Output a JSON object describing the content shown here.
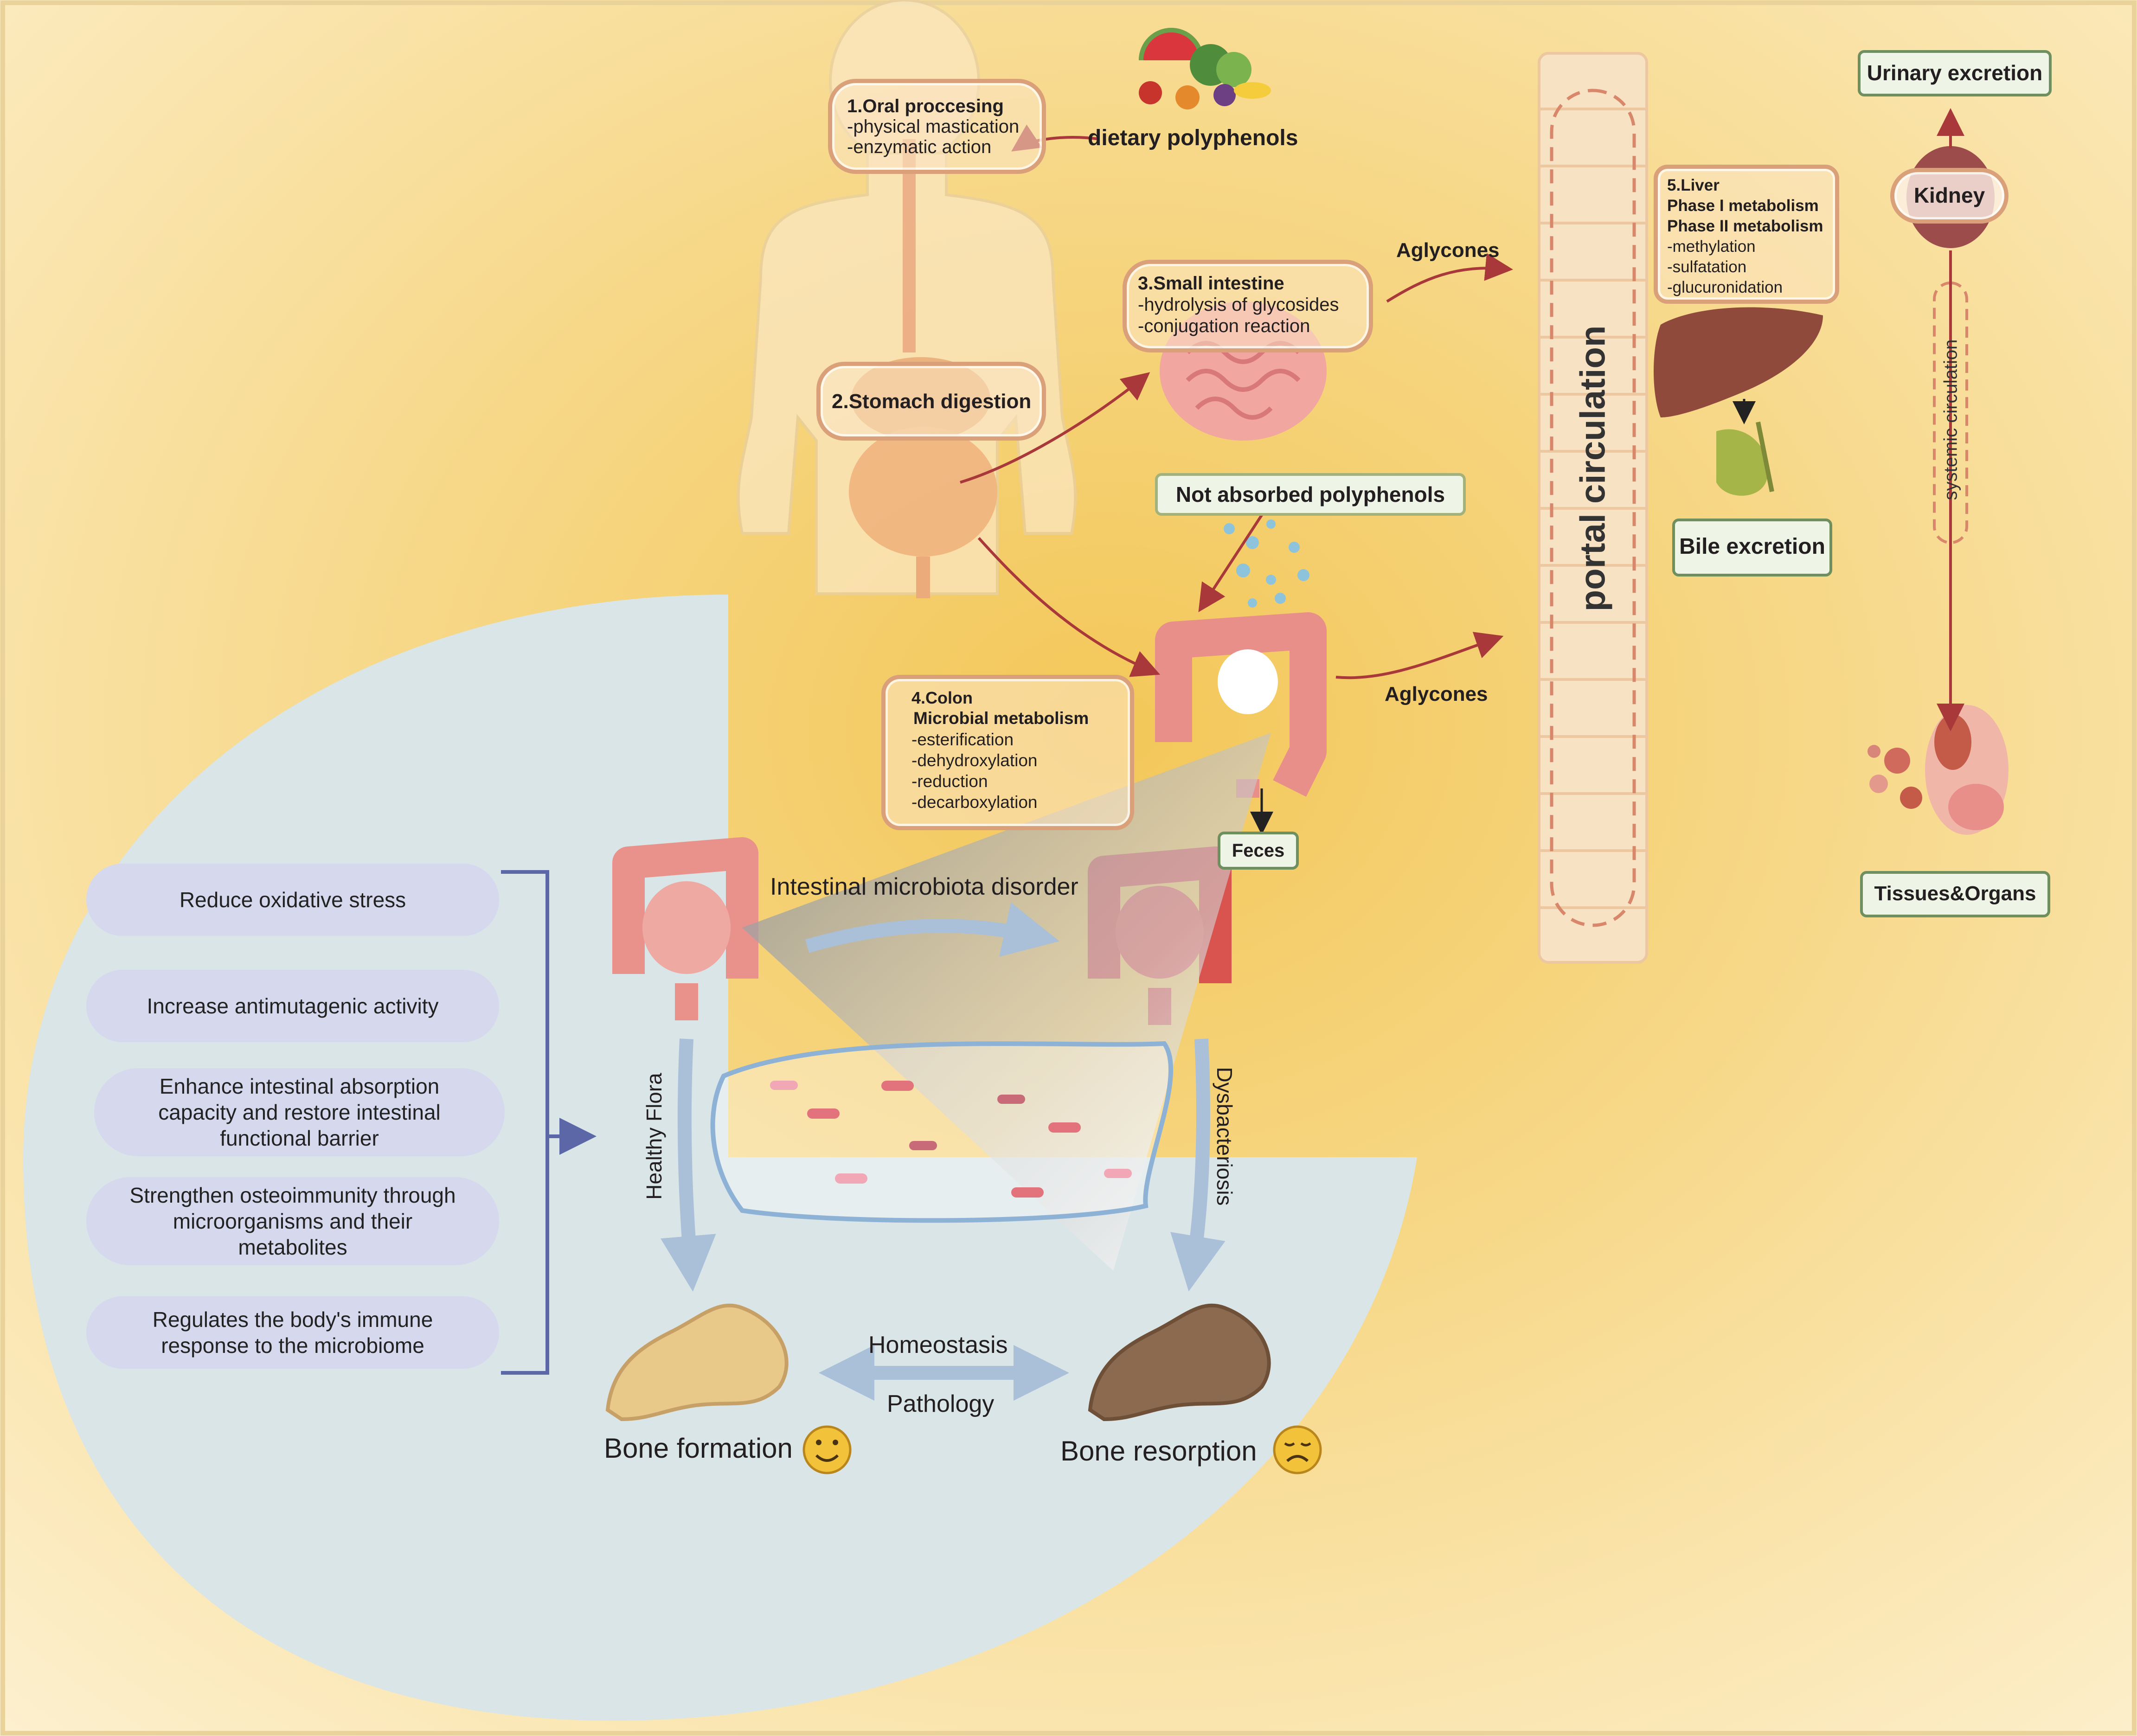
{
  "digestion": {
    "food_source": "dietary polyphenols",
    "oral": {
      "title": "1.Oral proccesing",
      "lines": [
        "-physical mastication",
        "-enzymatic action"
      ]
    },
    "stomach": {
      "title": "2.Stomach digestion"
    },
    "small_intestine": {
      "title": "3.Small intestine",
      "lines": [
        "-hydrolysis of glycosides",
        "-conjugation reaction"
      ]
    },
    "not_absorbed": "Not absorbed polyphenols",
    "colon": {
      "title": "4.Colon",
      "subtitle": "Microbial metabolism",
      "lines": [
        "-esterification",
        "-dehydroxylation",
        "-reduction",
        "-decarboxylation"
      ]
    },
    "feces": "Feces",
    "aglycones_top": "Aglycones",
    "aglycones_bottom": "Aglycones"
  },
  "circulation": {
    "portal": "portal  circulation",
    "systemic": "systemic circulation",
    "liver": {
      "title": "5.Liver",
      "phase1": "Phase I metabolism",
      "phase2": "Phase II metabolism",
      "lines": [
        "-methylation",
        "-sulfatation",
        "-glucuronidation"
      ]
    },
    "bile": "Bile excretion",
    "kidney": "Kidney",
    "urinary": "Urinary excretion",
    "tissues": "Tissues&Organs"
  },
  "effects": {
    "items": [
      {
        "lines": [
          "Reduce oxidative stress"
        ]
      },
      {
        "lines": [
          "Increase antimutagenic activity"
        ]
      },
      {
        "lines": [
          "Enhance intestinal absorption",
          "capacity and restore intestinal",
          "functional barrier"
        ]
      },
      {
        "lines": [
          "Strengthen osteoimmunity through",
          "microorganisms and their",
          "metabolites"
        ]
      },
      {
        "lines": [
          "Regulates the body's immune",
          "response to the microbiome"
        ]
      }
    ]
  },
  "bone": {
    "disorder": "Intestinal microbiota disorder",
    "healthy_flora": "Healthy Flora",
    "dysbacteriosis": "Dysbacteriosis",
    "homeostasis": "Homeostasis",
    "pathology": "Pathology",
    "formation": "Bone formation",
    "resorption": "Bone resorption"
  },
  "colors": {
    "background": "#fbe3ae",
    "panel": "#d9e5e7",
    "arrow_red": "#a8383a",
    "arrow_blue": "#aabfd8",
    "bracket": "#5c67a8",
    "pill": "#d6d8ee",
    "green_border": "#6f8f5f",
    "orange_border": "#d9a07a"
  },
  "icons": [
    "human-body-icon",
    "food-icon",
    "stomach-icon",
    "small-intestine-icon",
    "colon-icon",
    "liver-icon",
    "gallbladder-icon",
    "kidney-icon",
    "organs-icon",
    "bacteria-icon",
    "bone-icon",
    "smile-icon",
    "sad-icon"
  ]
}
